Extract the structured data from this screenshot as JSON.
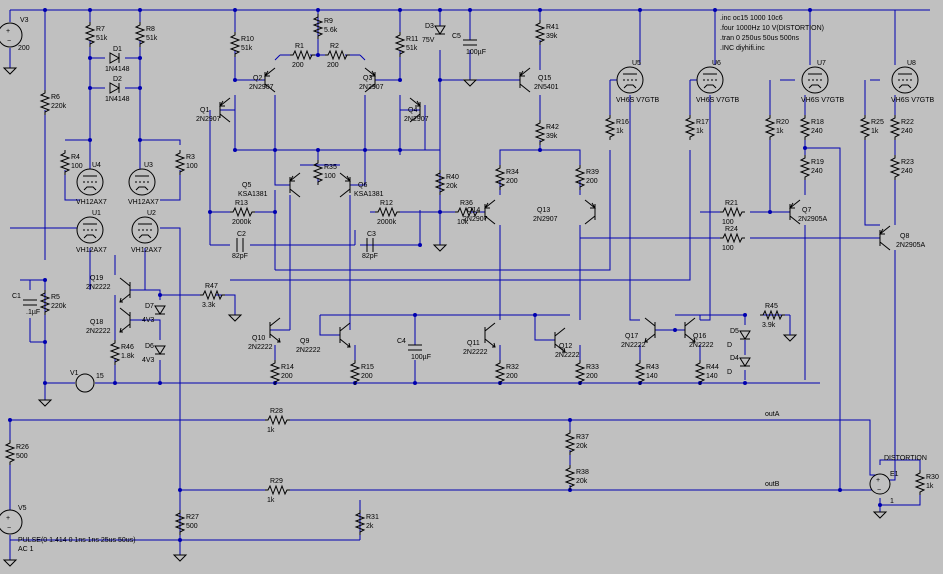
{
  "sources": {
    "V3": {
      "name": "V3",
      "value": "200"
    },
    "V1": {
      "name": "V1",
      "value": "15"
    },
    "V5": {
      "name": "V5",
      "value": "PULSE(0 1.414 0 1ns 1ns 25us 50us)",
      "ac": "AC 1"
    },
    "E1": {
      "name": "E1",
      "value": "1",
      "label": "DISTORTION"
    }
  },
  "directives": [
    ".inc oc15 1000 10c6",
    ".four 1000Hz 10 V(DISTORTION)",
    ".tran 0 250us 50us 500ns",
    ".INC diyhifi.inc"
  ],
  "nets": {
    "outA": "outA",
    "outB": "outB"
  },
  "resistors": [
    {
      "n": "R7",
      "v": "51k"
    },
    {
      "n": "R8",
      "v": "51k"
    },
    {
      "n": "R6",
      "v": "220k"
    },
    {
      "n": "R4",
      "v": "100"
    },
    {
      "n": "R3",
      "v": "100"
    },
    {
      "n": "R5",
      "v": "220k"
    },
    {
      "n": "R46",
      "v": "1.8k"
    },
    {
      "n": "R47",
      "v": "3.3k"
    },
    {
      "n": "R9",
      "v": "5.6k"
    },
    {
      "n": "R10",
      "v": "51k"
    },
    {
      "n": "R1",
      "v": "200"
    },
    {
      "n": "R2",
      "v": "200"
    },
    {
      "n": "R11",
      "v": "51k"
    },
    {
      "n": "R35",
      "v": "100"
    },
    {
      "n": "R13",
      "v": "2000k"
    },
    {
      "n": "R12",
      "v": "2000k"
    },
    {
      "n": "R40",
      "v": "20k"
    },
    {
      "n": "R36",
      "v": "10k"
    },
    {
      "n": "R41",
      "v": "39k"
    },
    {
      "n": "R42",
      "v": "39k"
    },
    {
      "n": "R34",
      "v": "200"
    },
    {
      "n": "R39",
      "v": "200"
    },
    {
      "n": "R16",
      "v": "1k"
    },
    {
      "n": "R17",
      "v": "1k"
    },
    {
      "n": "R20",
      "v": "1k"
    },
    {
      "n": "R18",
      "v": "240"
    },
    {
      "n": "R19",
      "v": "240"
    },
    {
      "n": "R21",
      "v": "100"
    },
    {
      "n": "R24",
      "v": "100"
    },
    {
      "n": "R25",
      "v": "1k"
    },
    {
      "n": "R22",
      "v": "240"
    },
    {
      "n": "R23",
      "v": "240"
    },
    {
      "n": "R14",
      "v": "200"
    },
    {
      "n": "R15",
      "v": "200"
    },
    {
      "n": "R32",
      "v": "200"
    },
    {
      "n": "R33",
      "v": "200"
    },
    {
      "n": "R43",
      "v": "140"
    },
    {
      "n": "R44",
      "v": "140"
    },
    {
      "n": "R45",
      "v": "3.9k"
    },
    {
      "n": "R28",
      "v": "1k"
    },
    {
      "n": "R37",
      "v": "20k"
    },
    {
      "n": "R38",
      "v": "20k"
    },
    {
      "n": "R29",
      "v": "1k"
    },
    {
      "n": "R26",
      "v": "500"
    },
    {
      "n": "R27",
      "v": "500"
    },
    {
      "n": "R31",
      "v": "2k"
    },
    {
      "n": "R30",
      "v": "1k"
    }
  ],
  "transistors": [
    {
      "n": "Q2",
      "t": "2N2907"
    },
    {
      "n": "Q3",
      "t": "2N2907"
    },
    {
      "n": "Q1",
      "t": "2N2907"
    },
    {
      "n": "Q4",
      "t": "2N2907"
    },
    {
      "n": "Q5",
      "t": "KSA1381"
    },
    {
      "n": "Q6",
      "t": "KSA1381"
    },
    {
      "n": "Q15",
      "t": "2N5401"
    },
    {
      "n": "Q14",
      "t": "2N2907"
    },
    {
      "n": "Q13",
      "t": "2N2907"
    },
    {
      "n": "Q7",
      "t": "2N2905A"
    },
    {
      "n": "Q8",
      "t": "2N2905A"
    },
    {
      "n": "Q19",
      "t": "2N2222"
    },
    {
      "n": "Q18",
      "t": "2N2222"
    },
    {
      "n": "Q10",
      "t": "2N2222"
    },
    {
      "n": "Q9",
      "t": "2N2222"
    },
    {
      "n": "Q11",
      "t": "2N2222"
    },
    {
      "n": "Q12",
      "t": "2N2222"
    },
    {
      "n": "Q17",
      "t": "2N2222"
    },
    {
      "n": "Q16",
      "t": "2N2222"
    }
  ],
  "tubes": [
    {
      "n": "U4",
      "t": "VH12AX7"
    },
    {
      "n": "U3",
      "t": "VH12AX7"
    },
    {
      "n": "U1",
      "t": "VH12AX7"
    },
    {
      "n": "U2",
      "t": "VH12AX7"
    },
    {
      "n": "U5",
      "t": "VH6S V7GTB"
    },
    {
      "n": "U6",
      "t": "VH6S V7GTB"
    },
    {
      "n": "U7",
      "t": "VH6S V7GTB"
    },
    {
      "n": "U8",
      "t": "VH6S V7GTB"
    }
  ],
  "diodes": [
    {
      "n": "D1",
      "t": "1N4148"
    },
    {
      "n": "D2",
      "t": "1N4148"
    },
    {
      "n": "D3",
      "t": "75V"
    },
    {
      "n": "D7",
      "t": "4V3"
    },
    {
      "n": "D6",
      "t": "4V3"
    },
    {
      "n": "D5",
      "t": "D"
    },
    {
      "n": "D4",
      "t": "D"
    }
  ],
  "capacitors": [
    {
      "n": "C1",
      "v": ".1µF"
    },
    {
      "n": "C5",
      "v": "100µF"
    },
    {
      "n": "C2",
      "v": "82pF"
    },
    {
      "n": "C3",
      "v": "82pF"
    },
    {
      "n": "C4",
      "v": "100µF"
    }
  ]
}
